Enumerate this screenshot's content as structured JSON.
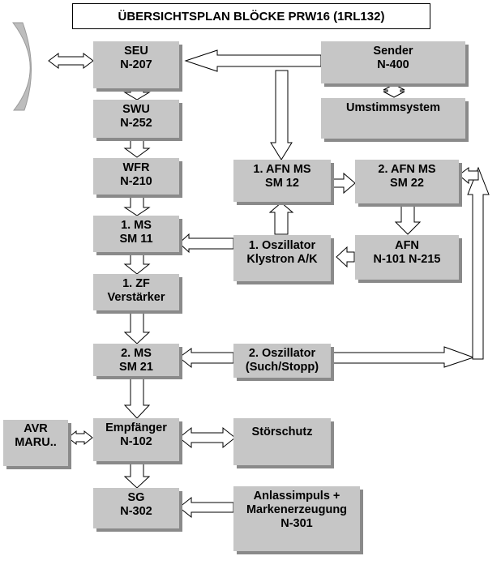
{
  "diagram": {
    "title": "ÜBERSICHTSPLAN BLÖCKE PRW16 (1RL132)",
    "blocks": {
      "seu": "SEU\nN-207",
      "sender": "Sender\nN-400",
      "umstimm": "Umstimmsystem",
      "swu": "SWU\nN-252",
      "wfr": "WFR\nN-210",
      "afn_ms12": "1. AFN MS\nSM 12",
      "afn_ms22": "2. AFN MS\nSM 22",
      "ms11": "1. MS\nSM 11",
      "osz1": "1. Oszillator\nKlystron A/K",
      "afn": "AFN\nN-101 N-215",
      "zf": "1. ZF\nVerstärker",
      "ms21": "2. MS\nSM 21",
      "osz2": "2. Oszillator\n(Such/Stopp)",
      "avr": "AVR\nMARU..",
      "empf": "Empfänger\nN-102",
      "stoer": "Störschutz",
      "sg": "SG\nN-302",
      "anlass": "Anlassimpuls +\nMarkenerzeugung\nN-301"
    }
  }
}
